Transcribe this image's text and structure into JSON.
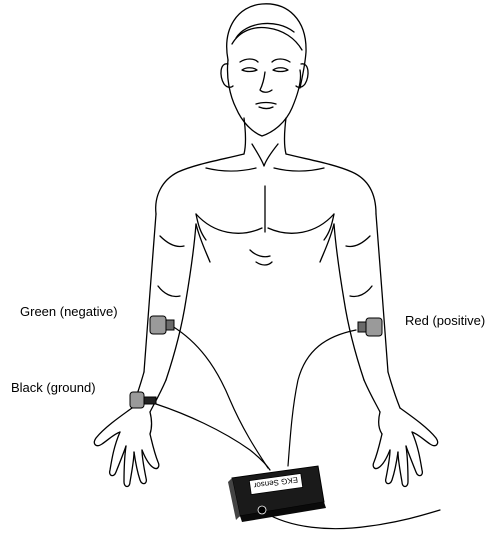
{
  "labels": {
    "green": "Green (negative)",
    "red": "Red (positive)",
    "black": "Black (ground)"
  },
  "sensor": {
    "label": "EKG Sensor"
  },
  "colors": {
    "line": "#000000",
    "electrode_fill": "#9a9a9a",
    "sensor_body": "#1a1a1a",
    "sensor_label_bg": "#ffffff"
  }
}
